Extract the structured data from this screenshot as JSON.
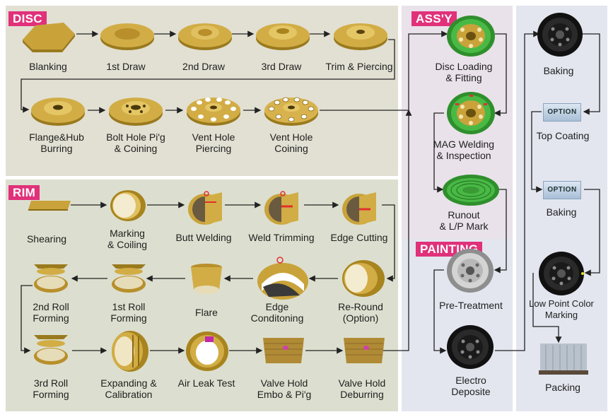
{
  "sections": {
    "disc": "DISC",
    "rim": "RIM",
    "assy": "ASS'Y",
    "painting": "PAINTING"
  },
  "disc": {
    "steps": [
      {
        "l1": "Blanking",
        "l2": ""
      },
      {
        "l1": "1st Draw",
        "l2": ""
      },
      {
        "l1": "2nd Draw",
        "l2": ""
      },
      {
        "l1": "3rd Draw",
        "l2": ""
      },
      {
        "l1": "Trim & Piercing",
        "l2": ""
      },
      {
        "l1": "Flange&Hub",
        "l2": "Burring"
      },
      {
        "l1": "Bolt Hole Pi'g",
        "l2": "& Coining"
      },
      {
        "l1": "Vent Hole",
        "l2": "Piercing"
      },
      {
        "l1": "Vent Hole",
        "l2": "Coining"
      }
    ]
  },
  "rim": {
    "steps": [
      {
        "l1": "Shearing",
        "l2": ""
      },
      {
        "l1": "Marking",
        "l2": "& Coiling"
      },
      {
        "l1": "Butt Welding",
        "l2": ""
      },
      {
        "l1": "Weld Trimming",
        "l2": ""
      },
      {
        "l1": "Edge Cutting",
        "l2": ""
      },
      {
        "l1": "2nd Roll",
        "l2": "Forming"
      },
      {
        "l1": "1st Roll",
        "l2": "Forming"
      },
      {
        "l1": "Flare",
        "l2": ""
      },
      {
        "l1": "Edge",
        "l2": "Conditoning"
      },
      {
        "l1": "Re-Round",
        "l2": "(Option)"
      },
      {
        "l1": "3rd Roll",
        "l2": "Forming"
      },
      {
        "l1": "Expanding &",
        "l2": "Calibration"
      },
      {
        "l1": "Air Leak Test",
        "l2": ""
      },
      {
        "l1": "Valve Hold",
        "l2": "Embo & Pi'g"
      },
      {
        "l1": "Valve Hold",
        "l2": "Deburring"
      }
    ]
  },
  "assy": {
    "steps": [
      {
        "l1": "Disc Loading",
        "l2": "& Fitting"
      },
      {
        "l1": "MAG Welding",
        "l2": "& Inspection"
      },
      {
        "l1": "Runout",
        "l2": "& L/P Mark"
      }
    ]
  },
  "painting": {
    "steps": [
      {
        "l1": "Pre-Treatment",
        "l2": ""
      },
      {
        "l1": "Electro",
        "l2": "Deposite"
      }
    ]
  },
  "finish": {
    "steps": [
      {
        "l1": "Baking",
        "l2": ""
      },
      {
        "l1": "Top Coating",
        "l2": ""
      },
      {
        "l1": "Baking",
        "l2": ""
      },
      {
        "l1": "Low Point Color",
        "l2": "Marking"
      },
      {
        "l1": "Packing",
        "l2": ""
      }
    ],
    "option_badge": "OPTION",
    "option_badge_2": "OPTION"
  },
  "colors": {
    "disc_bg": "#e2e0d3",
    "rim_bg": "#dcdfcf",
    "assy_bg": "#e9e2ea",
    "right_bg": "#e3e6ef",
    "tag": "#e0317a",
    "gold": "#c9a33a",
    "green": "#3fae3b"
  }
}
